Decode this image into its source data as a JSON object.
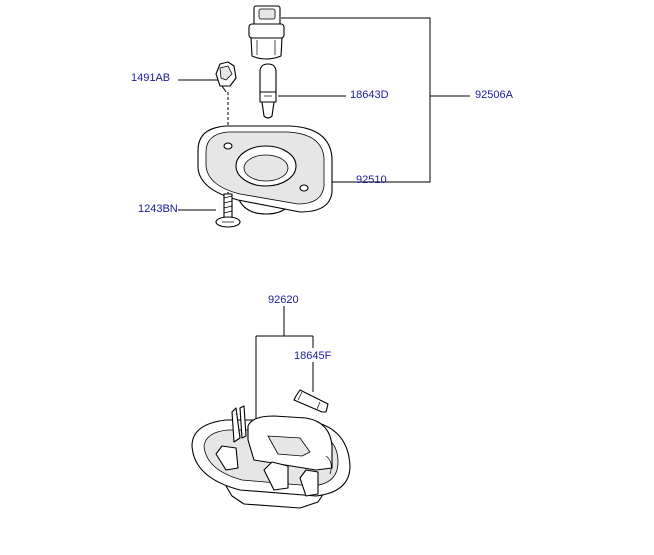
{
  "parts": {
    "p1491AB": "1491AB",
    "p18643D": "18643D",
    "p92506A": "92506A",
    "p92510": "92510",
    "p1243BN": "1243BN",
    "p92620": "92620",
    "p18645F": "18645F"
  },
  "colors": {
    "label": "#1a1a9c",
    "line": "#000000"
  }
}
